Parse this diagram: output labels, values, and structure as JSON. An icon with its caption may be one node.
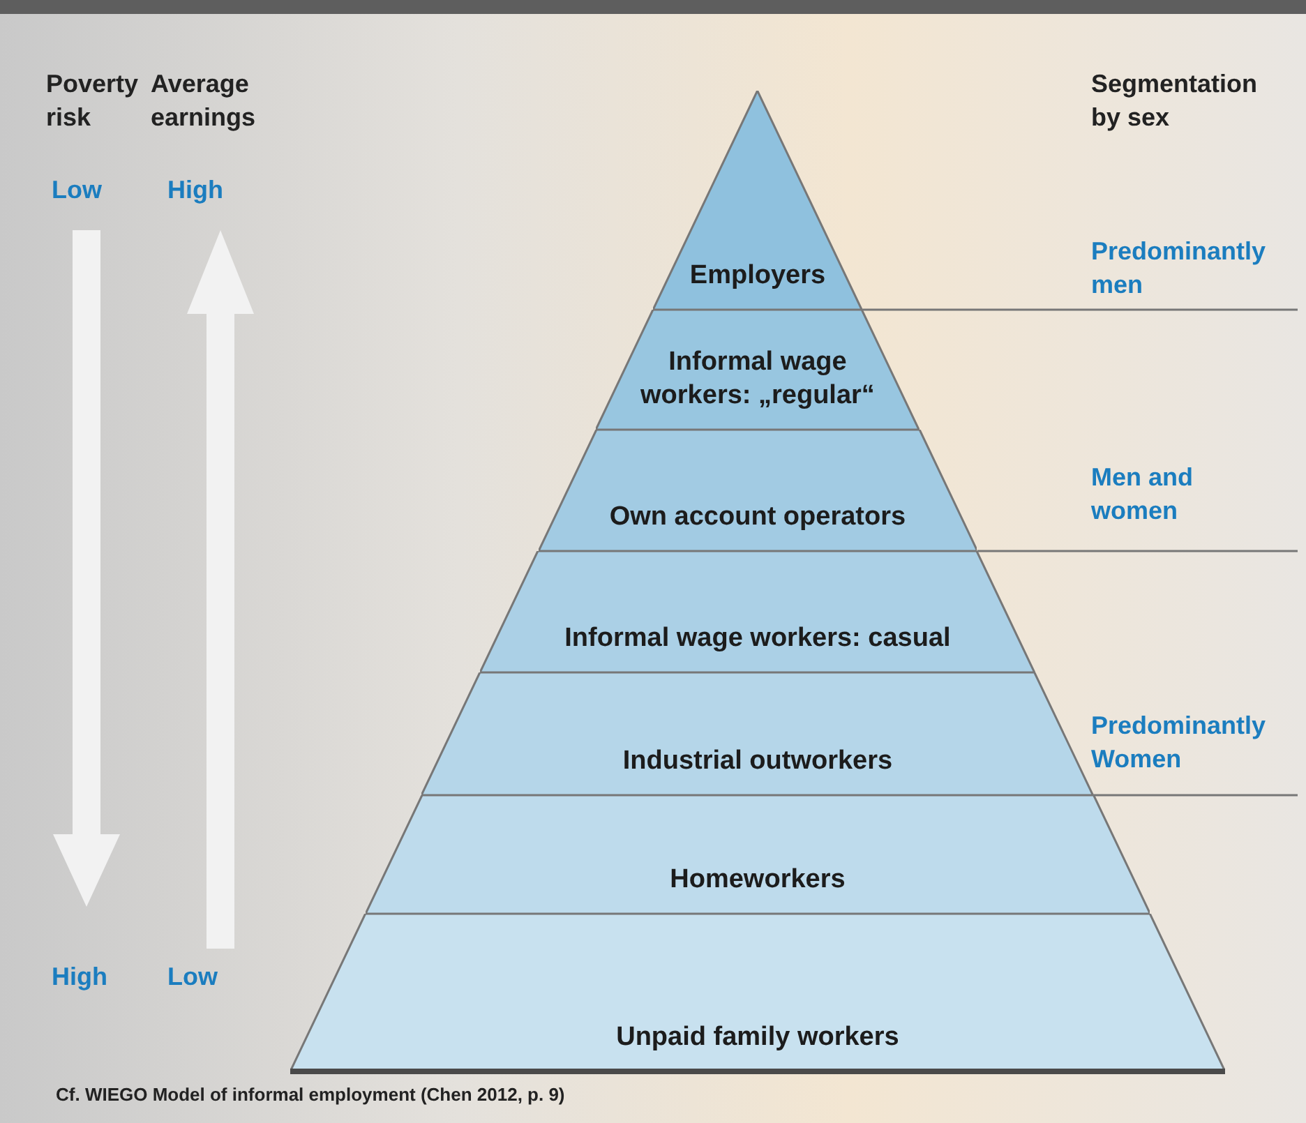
{
  "diagram": {
    "caption": "Cf. WIEGO Model of informal employment (Chen 2012, p. 9)",
    "nodes": [
      {
        "text": [
          "Employers"
        ]
      },
      {
        "text": [
          "Informal wage workers: „regular“"
        ]
      },
      {
        "text": [
          "Own account operators"
        ]
      },
      {
        "text": [
          "Informal wage workers: casual"
        ]
      },
      {
        "text": [
          "Industrial outworkers"
        ]
      },
      {
        "text": [
          "Homeworkers"
        ]
      },
      {
        "text": [
          "Unpaid family workers"
        ]
      }
    ],
    "labels": [
      "Poverty risk",
      "Average earnings",
      "Segmentation by sex",
      "Low",
      "High",
      "Predominantly men",
      "Men and women",
      "Predominantly Women",
      "High",
      "Low"
    ]
  }
}
